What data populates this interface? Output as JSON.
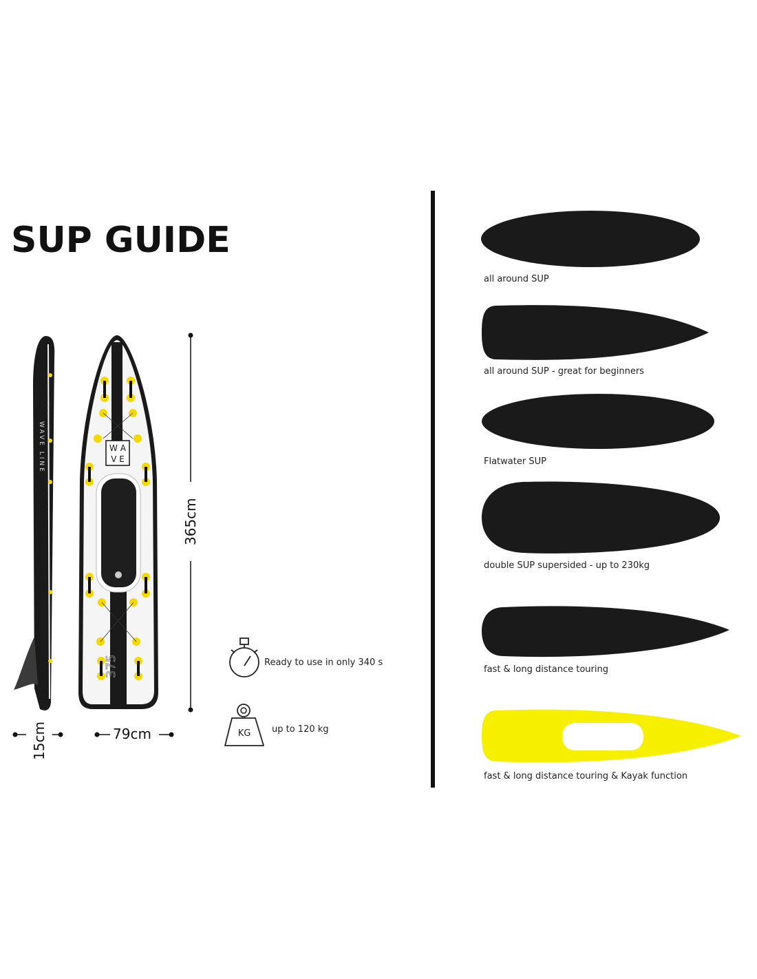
{
  "title": "SUP GUIDE",
  "board": {
    "side_brand": "WAVE LINE",
    "logo_line1": "W A",
    "logo_line2": "V E",
    "model_number": "375"
  },
  "dimensions": {
    "length": "365cm",
    "width": "79cm",
    "thickness": "15cm"
  },
  "features": [
    {
      "icon": "stopwatch-icon",
      "text": "Ready to use in only 340 s"
    },
    {
      "icon": "weight-kg-icon",
      "text": "up to 120 kg",
      "icon_text": "KG"
    }
  ],
  "board_types": [
    {
      "label": "all around SUP",
      "color": "#1a1a1a"
    },
    {
      "label": "all around SUP - great for beginners",
      "color": "#1a1a1a"
    },
    {
      "label": "Flatwater SUP",
      "color": "#1a1a1a"
    },
    {
      "label": "double SUP supersided - up to 230kg",
      "color": "#1a1a1a"
    },
    {
      "label": "fast & long distance touring",
      "color": "#1a1a1a"
    },
    {
      "label": "fast & long distance touring & Kayak function",
      "color": "#f7ef00"
    }
  ],
  "colors": {
    "accent_yellow": "#f7ef00",
    "dark": "#1a1a1a"
  }
}
